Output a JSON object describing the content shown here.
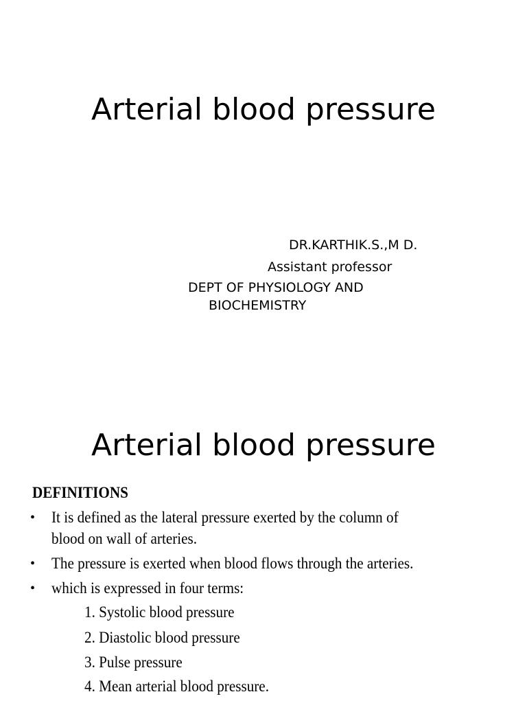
{
  "slide1": {
    "title": "Arterial blood pressure",
    "author": "DR.KARTHIK.S.,M D.",
    "position": "Assistant professor",
    "department_line1": "DEPT OF PHYSIOLOGY AND",
    "department_line2": "BIOCHEMISTRY"
  },
  "slide2": {
    "title": "Arterial blood pressure",
    "heading": "DEFINITIONS",
    "bullets": [
      {
        "line1": "It is defined as the lateral pressure exerted by the column of",
        "line2": "blood on wall of arteries."
      },
      {
        "line1": "The pressure is exerted when blood flows through the arteries."
      },
      {
        "line1": "which is expressed in four terms:"
      }
    ],
    "terms": [
      "1. Systolic blood pressure",
      "2. Diastolic blood pressure",
      "3. Pulse pressure",
      "4. Mean arterial blood pressure."
    ],
    "bullet_char": "•"
  }
}
